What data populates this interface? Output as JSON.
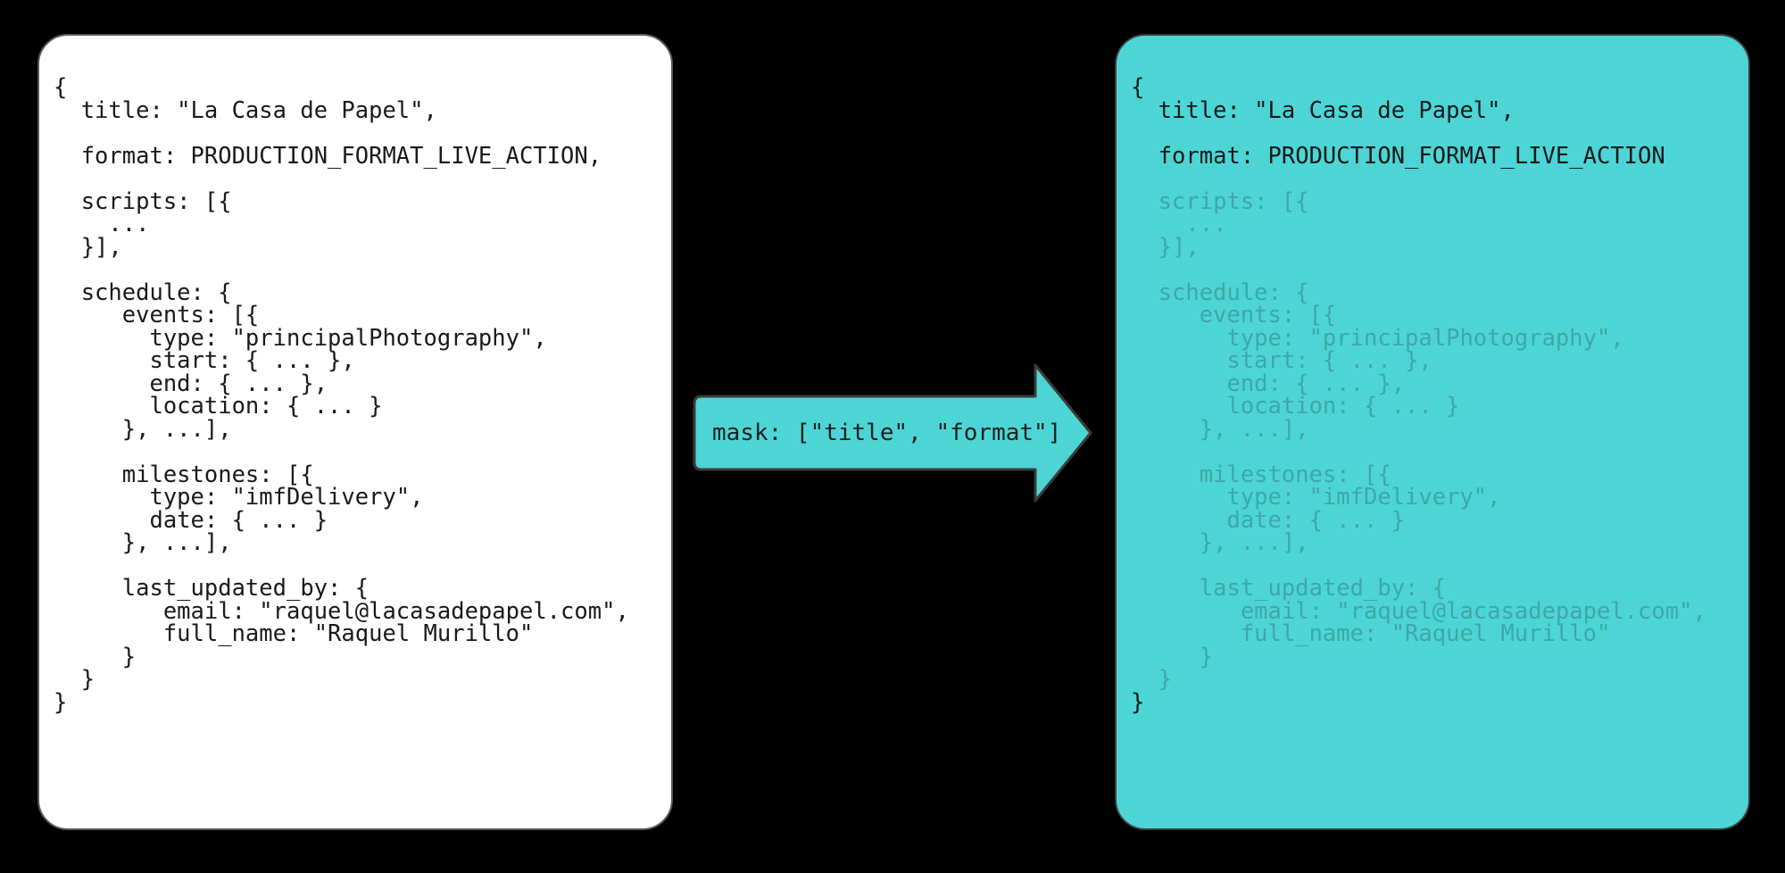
{
  "colors": {
    "background": "#000000",
    "source_card_bg": "#ffffff",
    "masked_card_bg": "#4DD5D5",
    "arrow_fill": "#4DD5D5",
    "arrow_stroke": "#3d3a3a",
    "text": "#1a1a1a",
    "masked_text": "#3FA8A8",
    "card_border": "#5a5a5a"
  },
  "source_panel": {
    "title": "source-message",
    "lines": [
      "{",
      "  title: \"La Casa de Papel\",",
      "",
      "  format: PRODUCTION_FORMAT_LIVE_ACTION,",
      "",
      "  scripts: [{",
      "    ...",
      "  }],",
      "",
      "  schedule: {",
      "     events: [{",
      "       type: \"principalPhotography\",",
      "       start: { ... },",
      "       end: { ... },",
      "       location: { ... }",
      "     }, ...],",
      "",
      "     milestones: [{",
      "       type: \"imfDelivery\",",
      "       date: { ... }",
      "     }, ...],",
      "",
      "     last_updated_by: {",
      "        email: \"raquel@lacasadepapel.com\",",
      "        full_name: \"Raquel Murillo\"",
      "     }",
      "  }",
      "}"
    ]
  },
  "masked_panel": {
    "title": "masked-message",
    "lines": [
      {
        "text": "{",
        "kept": true
      },
      {
        "text": "  title: \"La Casa de Papel\",",
        "kept": true
      },
      {
        "text": "",
        "kept": true
      },
      {
        "text": "  format: PRODUCTION_FORMAT_LIVE_ACTION",
        "kept": true
      },
      {
        "text": "",
        "kept": true
      },
      {
        "text": "  scripts: [{",
        "kept": false
      },
      {
        "text": "    ...",
        "kept": false
      },
      {
        "text": "  }],",
        "kept": false
      },
      {
        "text": "",
        "kept": false
      },
      {
        "text": "  schedule: {",
        "kept": false
      },
      {
        "text": "     events: [{",
        "kept": false
      },
      {
        "text": "       type: \"principalPhotography\",",
        "kept": false
      },
      {
        "text": "       start: { ... },",
        "kept": false
      },
      {
        "text": "       end: { ... },",
        "kept": false
      },
      {
        "text": "       location: { ... }",
        "kept": false
      },
      {
        "text": "     }, ...],",
        "kept": false
      },
      {
        "text": "",
        "kept": false
      },
      {
        "text": "     milestones: [{",
        "kept": false
      },
      {
        "text": "       type: \"imfDelivery\",",
        "kept": false
      },
      {
        "text": "       date: { ... }",
        "kept": false
      },
      {
        "text": "     }, ...],",
        "kept": false
      },
      {
        "text": "",
        "kept": false
      },
      {
        "text": "     last_updated_by: {",
        "kept": false
      },
      {
        "text": "        email: \"raquel@lacasadepapel.com\",",
        "kept": false
      },
      {
        "text": "        full_name: \"Raquel Murillo\"",
        "kept": false
      },
      {
        "text": "     }",
        "kept": false
      },
      {
        "text": "  }",
        "kept": false
      },
      {
        "text": "}",
        "kept": true
      }
    ]
  },
  "arrow": {
    "label": "mask: [\"title\", \"format\"]",
    "direction": "right"
  }
}
